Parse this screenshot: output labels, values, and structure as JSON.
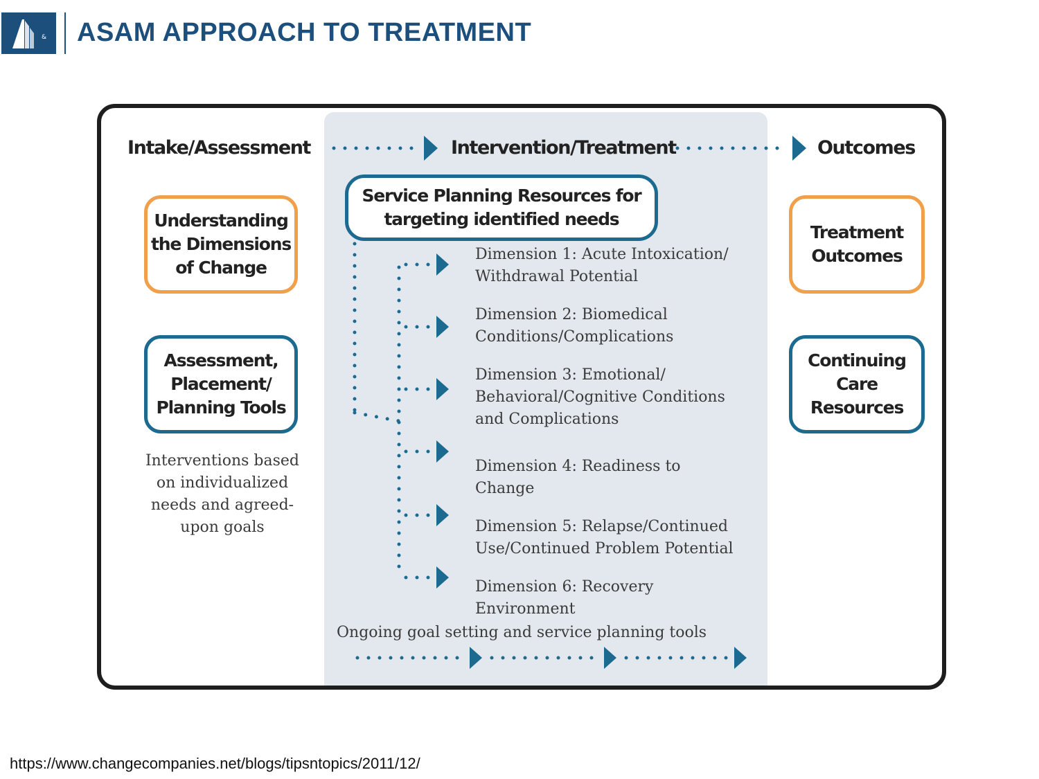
{
  "header": {
    "logo_text": "A&M",
    "title": "ASAM APPROACH TO TREATMENT"
  },
  "columns": {
    "intake": "Intake/Assessment",
    "intervention": "Intervention/Treatment",
    "outcomes": "Outcomes"
  },
  "intake": {
    "understanding": "Understanding the Dimensions of Change",
    "tools": "Assessment, Placement/ Planning Tools",
    "note": "Interventions based on individualized needs and agreed-upon goals"
  },
  "intervention": {
    "service": "Service Planning Resources for targeting identified needs",
    "dimensions": [
      "Dimension 1: Acute Intoxication/ Withdrawal Potential",
      "Dimension 2: Biomedical Conditions/Complications",
      "Dimension 3: Emotional/ Behavioral/Cognitive Conditions and Complications",
      "Dimension 4: Readiness to Change",
      "Dimension 5: Relapse/Continued Use/Continued Problem Potential",
      "Dimension 6: Recovery Environment"
    ],
    "ongoing": "Ongoing goal setting and service planning tools"
  },
  "outcomes": {
    "treatment": "Treatment Outcomes",
    "continuing": "Continuing Care Resources"
  },
  "footer": {
    "source": "https://www.changecompanies.net/blogs/tipsntopics/2011/12/"
  },
  "colors": {
    "brand": "#1d4f7c",
    "accent_blue": "#1c6a8f",
    "accent_orange": "#f0a04b",
    "panel": "#e3e8ee"
  }
}
